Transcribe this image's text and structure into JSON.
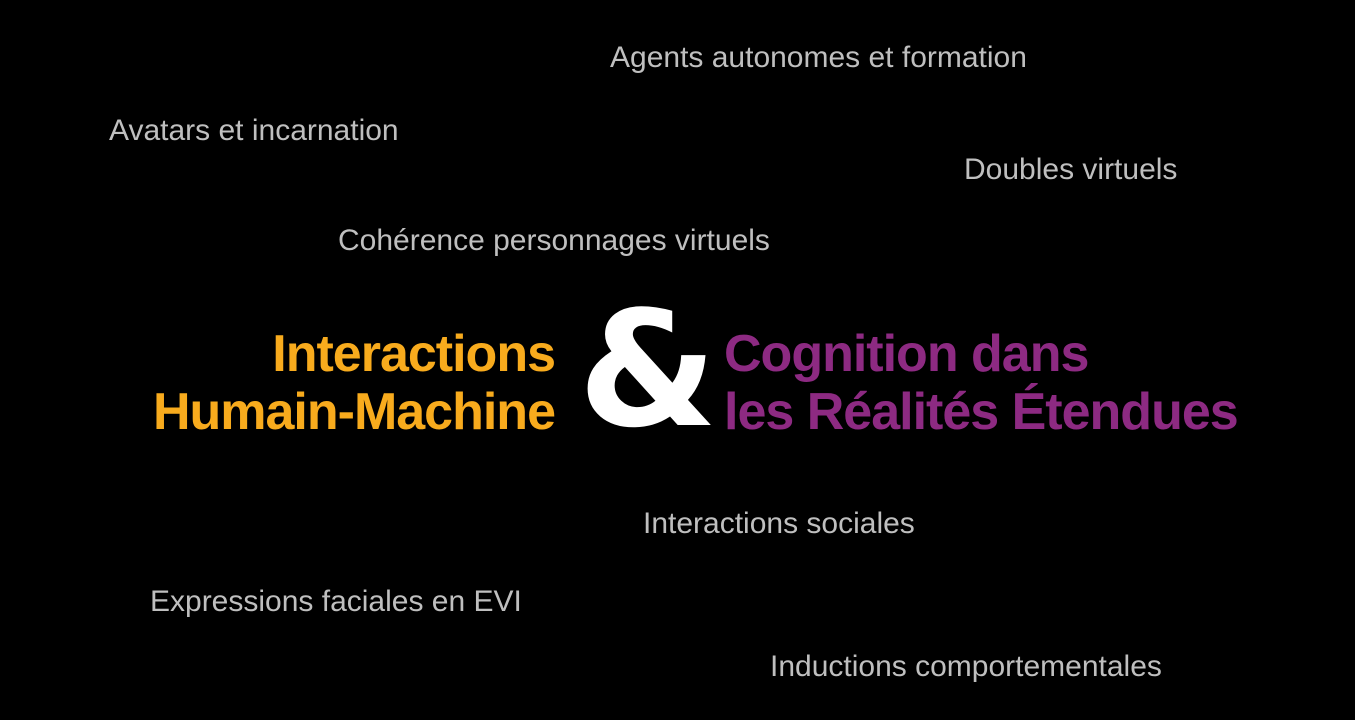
{
  "topics": [
    "Agents autonomes et formation",
    "Avatars et incarnation",
    "Doubles virtuels",
    "Cohérence personnages virtuels",
    "Interactions sociales",
    "Expressions faciales en EVI",
    "Inductions comportementales"
  ],
  "title": {
    "left_line1": "Interactions",
    "left_line2": "Humain-Machine",
    "ampersand": "&",
    "right_line1": "Cognition dans",
    "right_line2": "les Réalités Étendues"
  },
  "colors": {
    "left": "#f8ab1d",
    "right": "#8d2a82",
    "topic": "#bfbfbf",
    "background": "#000000"
  }
}
